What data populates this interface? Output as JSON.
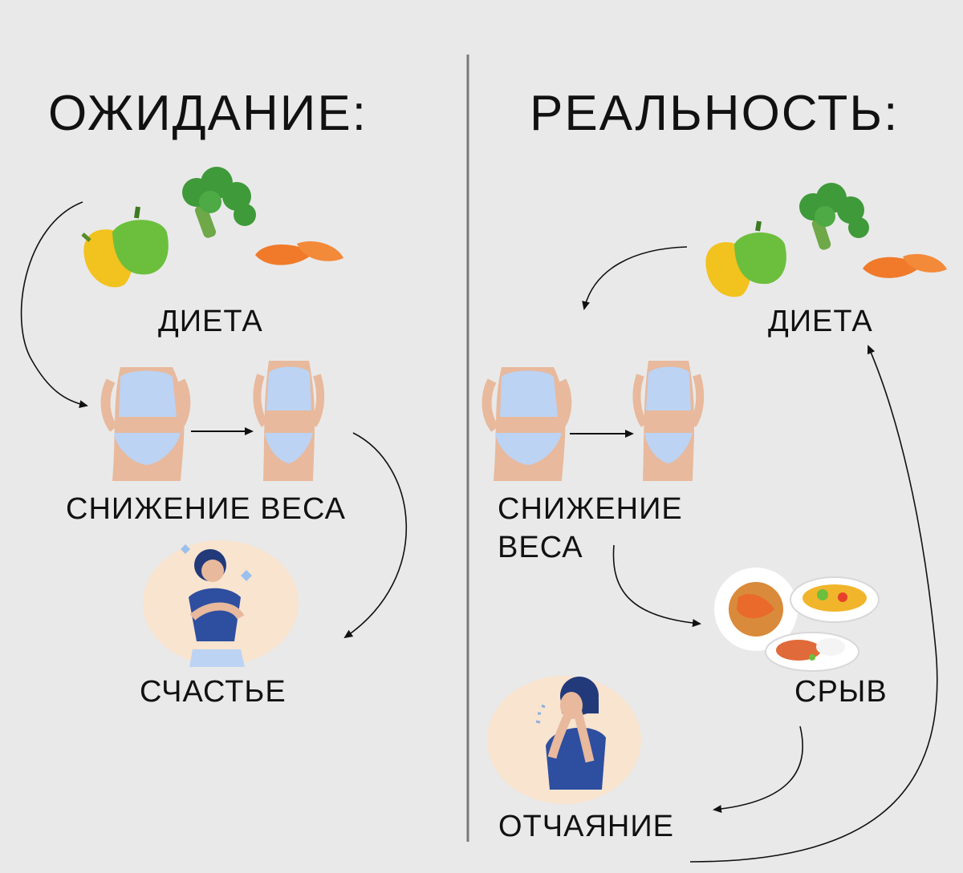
{
  "left": {
    "heading": "ОЖИДАНИЕ:",
    "diet": "ДИЕТА",
    "weight_loss": "СНИЖЕНИЕ ВЕСА",
    "happiness": "СЧАСТЬЕ"
  },
  "right": {
    "heading": "РЕАЛЬНОСТЬ:",
    "diet": "ДИЕТА",
    "weight_loss_line1": "СНИЖЕНИЕ",
    "weight_loss_line2": "ВЕСА",
    "breakdown": "СРЫВ",
    "despair": "ОТЧАЯНИЕ"
  },
  "colors": {
    "background": "#e9e9e9",
    "text": "#111111",
    "divider": "#7a7a7a",
    "skin": "#e8b99c",
    "underwear": "#bcd3f3",
    "carrot": "#f07a2a",
    "broccoli": "#3f9a3a",
    "pepper_green": "#6cbf3d",
    "pepper_yellow": "#f2c21e",
    "woman_shirt": "#2e4ea0",
    "woman_hair": "#223a7a",
    "glow": "#f8e4cf"
  }
}
